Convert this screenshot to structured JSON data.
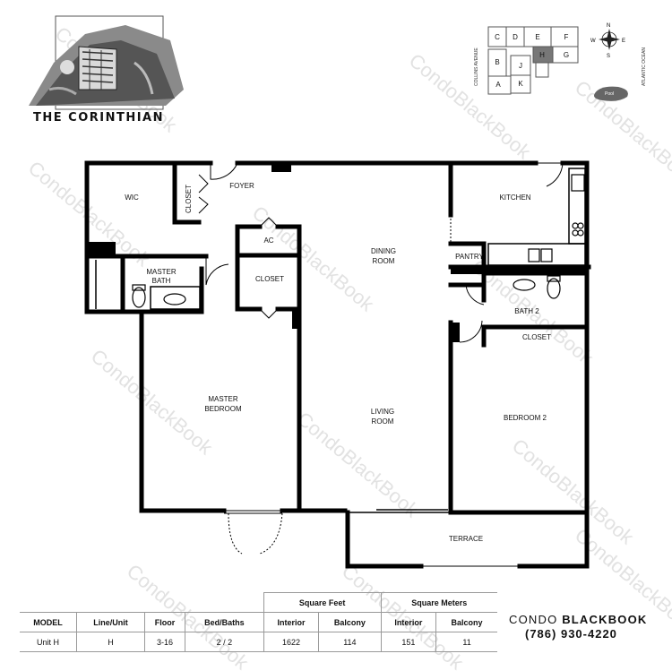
{
  "building_name": "THE CORINTHIAN",
  "watermark": "CondoBlackBook",
  "rooms": {
    "wic": "WIC",
    "closet_wic": "CLOSET",
    "foyer": "FOYER",
    "kitchen": "KITCHEN",
    "ac": "AC",
    "dining": "DINING\nROOM",
    "dining_l1": "DINING",
    "dining_l2": "ROOM",
    "pantry": "PANTRY",
    "master_bath_l1": "MASTER",
    "master_bath_l2": "BATH",
    "closet_center": "CLOSET",
    "bath2": "BATH 2",
    "closet_bed2": "CLOSET",
    "master_bed_l1": "MASTER",
    "master_bed_l2": "BEDROOM",
    "living_l1": "LIVING",
    "living_l2": "ROOM",
    "bedroom2": "BEDROOM 2",
    "terrace": "TERRACE"
  },
  "keyplan": {
    "units": [
      "C",
      "D",
      "E",
      "F",
      "B",
      "H",
      "G",
      "J",
      "A",
      "K"
    ],
    "street": "COLLINS AVENUE",
    "ocean": "ATLANTIC OCEAN",
    "pool": "Pool",
    "compass": [
      "N",
      "E",
      "S",
      "W"
    ],
    "highlight": "H"
  },
  "table": {
    "group_sqft": "Square Feet",
    "group_sqm": "Square Meters",
    "headers": [
      "MODEL",
      "Line/Unit",
      "Floor",
      "Bed/Baths",
      "Interior",
      "Balcony",
      "Interior",
      "Balcony"
    ],
    "row": [
      "Unit H",
      "H",
      "3-16",
      "2 / 2",
      "1622",
      "114",
      "151",
      "11"
    ]
  },
  "brand": {
    "line1_a": "CONDO ",
    "line1_b": "BLACKBOOK",
    "phone": "(786) 930-4220"
  }
}
